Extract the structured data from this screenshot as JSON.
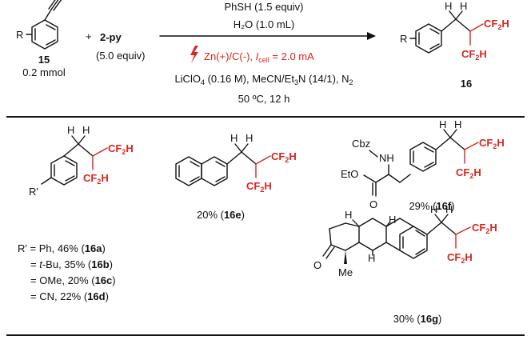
{
  "colors": {
    "text": "#111111",
    "accent": "#d7261e",
    "rule": "#111111"
  },
  "reaction": {
    "reagent1_label": "15",
    "reagent1_amount": "0.2 mmol",
    "r_sub": "R",
    "plus": "+",
    "reagent2_label": "2-py",
    "reagent2_amount": "(5.0 equiv)",
    "cond_phsh": "PhSH (1.5 equiv)",
    "cond_h2o": "H₂O (1.0 mL)",
    "cond_electrodes": "Zn(+)/C(-), ",
    "cond_icell_i": "I",
    "cond_icell_sub": "cell",
    "cond_icell_val": " = 2.0 mA",
    "cond_licl_a": "LiClO",
    "cond_licl_sub": "4",
    "cond_licl_b": " (0.16 M), MeCN/Et",
    "cond_licl_sub2": "3",
    "cond_licl_c": "N (14/1), N",
    "cond_licl_sub3": "2",
    "cond_temp": "50 ºC, 12 h",
    "product_label": "16",
    "product_r": "R"
  },
  "labels": {
    "cf2h_a": "CF",
    "cf2h_sub": "2",
    "cf2h_b": "H",
    "h": "H",
    "rprime": "R'",
    "cbz": "Cbz",
    "nh": "NH",
    "eto": "EtO",
    "o": "O",
    "me": "Me"
  },
  "results": {
    "r_prefix": "R' = ",
    "eq": "= ",
    "a": {
      "sub": "Ph",
      "pct": ", 46% (",
      "id": "16a",
      "close": ")"
    },
    "b": {
      "sub_i": "t",
      "sub": "-Bu",
      "pct": ", 35% (",
      "id": "16b",
      "close": ")"
    },
    "c": {
      "sub": "OMe",
      "pct": ", 20% (",
      "id": "16c",
      "close": ")"
    },
    "d": {
      "sub": "CN",
      "pct": ", 22% (",
      "id": "16d",
      "close": ")"
    },
    "e": {
      "pct": "20% (",
      "id": "16e",
      "close": ")"
    },
    "f": {
      "pct": "29% (",
      "id": "16f",
      "close": ")"
    },
    "g": {
      "pct": "30% (",
      "id": "16g",
      "close": ")"
    }
  }
}
